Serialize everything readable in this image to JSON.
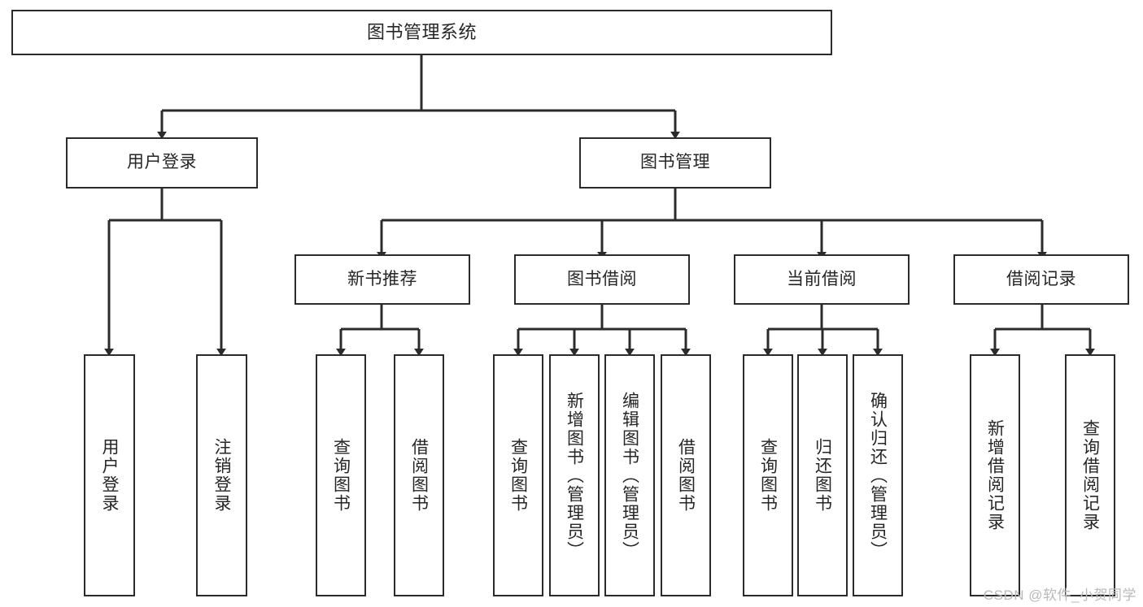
{
  "diagram": {
    "title_node": {
      "id": "root",
      "label": "图书管理系统"
    },
    "level2": [
      {
        "id": "user-login",
        "label": "用户登录"
      },
      {
        "id": "book-manage",
        "label": "图书管理"
      }
    ],
    "level3": [
      {
        "id": "new-book-recommend",
        "label": "新书推荐"
      },
      {
        "id": "book-borrow",
        "label": "图书借阅"
      },
      {
        "id": "current-borrow",
        "label": "当前借阅"
      },
      {
        "id": "borrow-record",
        "label": "借阅记录"
      }
    ],
    "leaves": [
      {
        "id": "leaf-user-login",
        "label": "用户登录"
      },
      {
        "id": "leaf-logout-login",
        "label": "注销登录"
      },
      {
        "id": "leaf-query-book-1",
        "label": "查询图书"
      },
      {
        "id": "leaf-borrow-book-1",
        "label": "借阅图书"
      },
      {
        "id": "leaf-query-book-2",
        "label": "查询图书"
      },
      {
        "id": "leaf-add-book",
        "label": "新增图书（管理员）"
      },
      {
        "id": "leaf-edit-book",
        "label": "编辑图书（管理员）"
      },
      {
        "id": "leaf-borrow-book-2",
        "label": "借阅图书"
      },
      {
        "id": "leaf-query-book-3",
        "label": "查询图书"
      },
      {
        "id": "leaf-return-book",
        "label": "归还图书"
      },
      {
        "id": "leaf-confirm-return",
        "label": "确认归还（管理员）"
      },
      {
        "id": "leaf-add-borrow-record",
        "label": "新增借阅记录"
      },
      {
        "id": "leaf-query-borrow-record",
        "label": "查询借阅记录"
      }
    ],
    "watermark": "CSDN @软件_小贺同学",
    "colors": {
      "stroke": "#2b2b2b",
      "fill": "#ffffff",
      "text": "#262626",
      "watermark": "#b9b9b9"
    }
  }
}
